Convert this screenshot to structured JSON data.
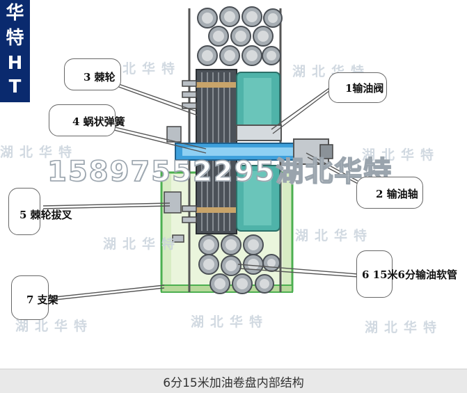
{
  "brand": {
    "chars": [
      "华",
      "特",
      "H",
      "T"
    ],
    "color": "#0a2a6e"
  },
  "watermark": "湖北华特",
  "phone_watermark": "15897552295湖北华特",
  "labels": {
    "l1": "1输油阀",
    "l2": "2 输油轴",
    "l3": "3 棘轮",
    "l4": "4 蜗状弹簧",
    "l5": "5 棘轮拔叉",
    "l6": "6 15米6分输油软管",
    "l7": "7 支架"
  },
  "caption": "6分15米加油卷盘内部结构",
  "colors": {
    "frame": "#cfe6b8",
    "frame_border": "#4caf50",
    "hose": "#9aa3aa",
    "shaft": "#3ea0dc",
    "drum": "#4fb3a9"
  }
}
